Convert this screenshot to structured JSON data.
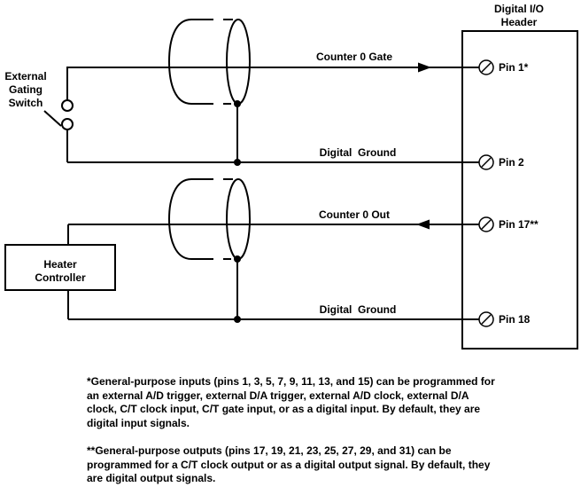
{
  "colors": {
    "line": "#000000",
    "text": "#000000",
    "background": "#ffffff"
  },
  "header": {
    "title": "Digital I/O\nHeader",
    "pins": [
      {
        "label": "Pin 1*"
      },
      {
        "label": "Pin 2"
      },
      {
        "label": "Pin 17**"
      },
      {
        "label": "Pin 18"
      }
    ]
  },
  "devices": [
    {
      "label": "External\nGating\nSwitch"
    },
    {
      "label": "Heater\nController"
    }
  ],
  "wire_labels": [
    {
      "label": "Counter 0 Gate"
    },
    {
      "label": "Digital  Ground"
    },
    {
      "label": "Counter 0 Out"
    },
    {
      "label": "Digital  Ground"
    }
  ],
  "footnotes": [
    {
      "lines": [
        "*General-purpose inputs (pins 1, 3, 5, 7, 9, 11, 13, and 15) can be programmed for",
        "an external A/D trigger, external D/A trigger, external A/D clock, external D/A",
        "clock, C/T clock input, C/T gate input, or as a digital input. By default, they are",
        "digital input signals."
      ]
    },
    {
      "lines": [
        "**General-purpose outputs (pins 17, 19, 21, 23, 25, 27, 29, and 31) can be",
        "programmed for a C/T clock output or as a digital output signal. By default, they",
        "are digital output signals."
      ]
    }
  ]
}
